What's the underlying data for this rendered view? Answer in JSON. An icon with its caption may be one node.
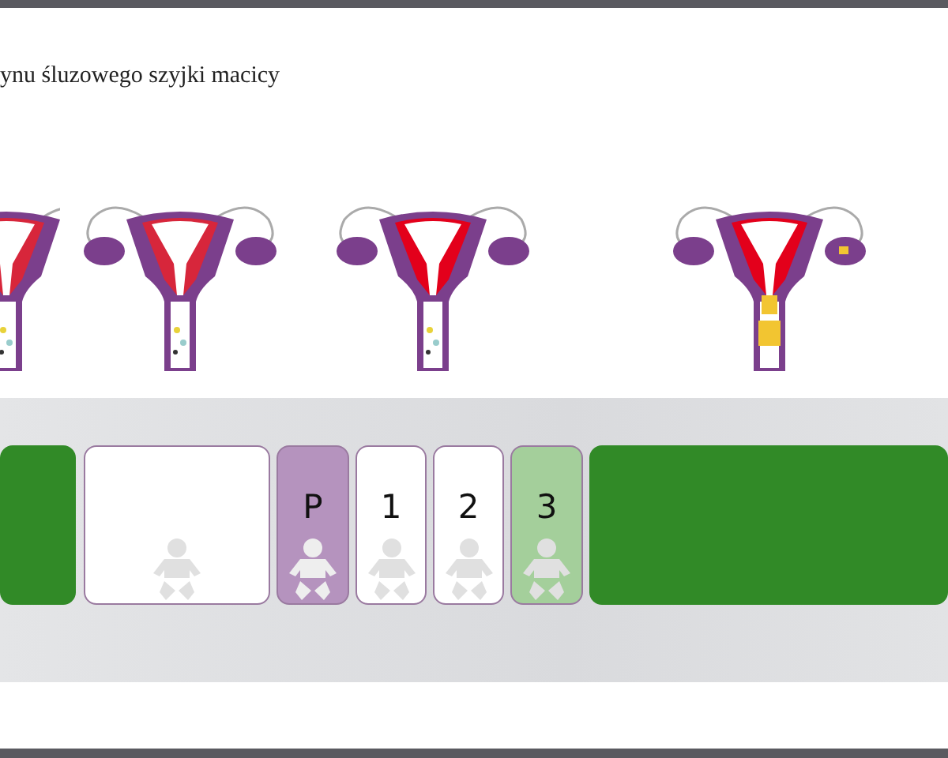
{
  "diagram": {
    "title": "ynu śluzowego szyjki macicy",
    "nodes": [
      {
        "text": [],
        "shape": "box"
      },
      {
        "text": [],
        "shape": "box"
      },
      {
        "text": [
          "P"
        ]
      },
      {
        "text": [
          "1"
        ]
      },
      {
        "text": [
          "2"
        ]
      },
      {
        "text": [
          "3"
        ]
      },
      {
        "text": [],
        "shape": "box"
      }
    ]
  }
}
